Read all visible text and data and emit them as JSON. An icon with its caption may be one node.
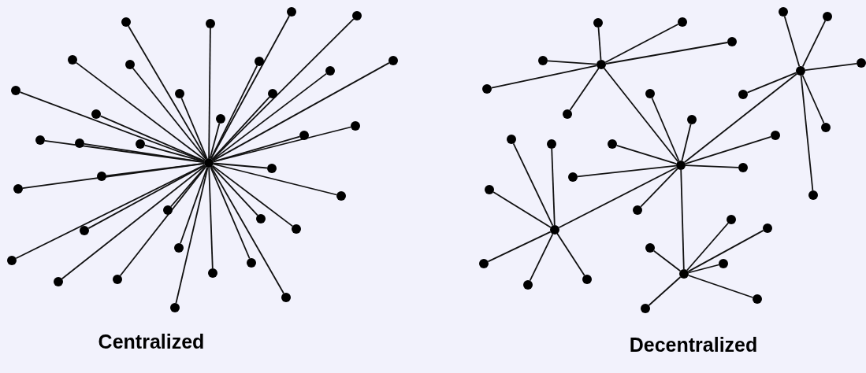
{
  "diagram": {
    "nodes": [
      {
        "text": [],
        "shape": "circle"
      },
      {
        "text": [],
        "shape": "circle"
      },
      {
        "text": [],
        "shape": "circle"
      },
      {
        "text": [],
        "shape": "circle"
      },
      {
        "text": [],
        "shape": "circle"
      },
      {
        "text": [],
        "shape": "circle"
      },
      {
        "text": [],
        "shape": "circle"
      },
      {
        "text": [],
        "shape": "circle"
      },
      {
        "text": [],
        "shape": "circle"
      },
      {
        "text": [],
        "shape": "circle"
      },
      {
        "text": [],
        "shape": "circle"
      },
      {
        "text": [],
        "shape": "circle"
      },
      {
        "text": [],
        "shape": "circle"
      },
      {
        "text": [],
        "shape": "circle"
      },
      {
        "text": [],
        "shape": "circle"
      },
      {
        "text": [],
        "shape": "circle"
      },
      {
        "text": [],
        "shape": "circle"
      },
      {
        "text": [],
        "shape": "circle"
      },
      {
        "text": [],
        "shape": "circle"
      },
      {
        "text": [],
        "shape": "circle"
      },
      {
        "text": [],
        "shape": "circle"
      },
      {
        "text": [],
        "shape": "circle"
      },
      {
        "text": [],
        "shape": "circle"
      },
      {
        "text": [],
        "shape": "circle"
      },
      {
        "text": [],
        "shape": "circle"
      },
      {
        "text": [],
        "shape": "circle"
      },
      {
        "text": [],
        "shape": "circle"
      },
      {
        "text": [],
        "shape": "circle"
      },
      {
        "text": [],
        "shape": "circle"
      },
      {
        "text": [],
        "shape": "circle"
      },
      {
        "text": [],
        "shape": "circle"
      },
      {
        "text": [],
        "shape": "circle"
      },
      {
        "text": [],
        "shape": "circle"
      },
      {
        "text": [],
        "shape": "circle"
      },
      {
        "text": [],
        "shape": "circle"
      },
      {
        "text": [],
        "shape": "circle"
      },
      {
        "text": [],
        "shape": "circle"
      },
      {
        "text": [],
        "shape": "circle"
      },
      {
        "text": [],
        "shape": "circle"
      },
      {
        "text": [],
        "shape": "circle"
      },
      {
        "text": [],
        "shape": "circle"
      },
      {
        "text": [],
        "shape": "circle"
      },
      {
        "text": [],
        "shape": "circle"
      },
      {
        "text": [],
        "shape": "circle"
      },
      {
        "text": [],
        "shape": "circle"
      },
      {
        "text": [],
        "shape": "circle"
      },
      {
        "text": [],
        "shape": "circle"
      },
      {
        "text": [],
        "shape": "circle"
      },
      {
        "text": [],
        "shape": "circle"
      },
      {
        "text": [],
        "shape": "circle"
      },
      {
        "text": [],
        "shape": "circle"
      },
      {
        "text": [],
        "shape": "circle"
      },
      {
        "text": [],
        "shape": "circle"
      },
      {
        "text": [],
        "shape": "circle"
      },
      {
        "text": [],
        "shape": "circle"
      },
      {
        "text": [],
        "shape": "circle"
      },
      {
        "text": [],
        "shape": "circle"
      },
      {
        "text": [],
        "shape": "circle"
      },
      {
        "text": [],
        "shape": "circle"
      },
      {
        "text": [],
        "shape": "circle"
      },
      {
        "text": [],
        "shape": "circle"
      },
      {
        "text": [],
        "shape": "circle"
      },
      {
        "text": [],
        "shape": "circle"
      },
      {
        "text": [],
        "shape": "circle"
      },
      {
        "text": [],
        "shape": "circle"
      },
      {
        "text": [],
        "shape": "circle"
      },
      {
        "text": [],
        "shape": "circle"
      },
      {
        "text": [],
        "shape": "circle"
      },
      {
        "text": [],
        "shape": "circle"
      },
      {
        "text": [],
        "shape": "circle"
      },
      {
        "text": [],
        "shape": "circle"
      },
      {
        "text": [],
        "shape": "circle"
      }
    ],
    "edges": [
      {
        "from": 0,
        "to": 1,
        "arrow": "none"
      },
      {
        "from": 0,
        "to": 2,
        "arrow": "none"
      },
      {
        "from": 0,
        "to": 3,
        "arrow": "none"
      },
      {
        "from": 0,
        "to": 4,
        "arrow": "none"
      },
      {
        "from": 0,
        "to": 5,
        "arrow": "none"
      },
      {
        "from": 0,
        "to": 6,
        "arrow": "none"
      },
      {
        "from": 0,
        "to": 7,
        "arrow": "none"
      },
      {
        "from": 0,
        "to": 8,
        "arrow": "none"
      },
      {
        "from": 0,
        "to": 9,
        "arrow": "none"
      },
      {
        "from": 0,
        "to": 10,
        "arrow": "none"
      },
      {
        "from": 0,
        "to": 11,
        "arrow": "none"
      },
      {
        "from": 0,
        "to": 12,
        "arrow": "none"
      },
      {
        "from": 0,
        "to": 13,
        "arrow": "none"
      },
      {
        "from": 0,
        "to": 14,
        "arrow": "none"
      },
      {
        "from": 0,
        "to": 15,
        "arrow": "none"
      },
      {
        "from": 0,
        "to": 16,
        "arrow": "none"
      },
      {
        "from": 0,
        "to": 17,
        "arrow": "none"
      },
      {
        "from": 0,
        "to": 18,
        "arrow": "none"
      },
      {
        "from": 0,
        "to": 19,
        "arrow": "none"
      },
      {
        "from": 0,
        "to": 20,
        "arrow": "none"
      },
      {
        "from": 0,
        "to": 21,
        "arrow": "none"
      },
      {
        "from": 0,
        "to": 22,
        "arrow": "none"
      },
      {
        "from": 0,
        "to": 23,
        "arrow": "none"
      },
      {
        "from": 0,
        "to": 24,
        "arrow": "none"
      },
      {
        "from": 0,
        "to": 25,
        "arrow": "none"
      },
      {
        "from": 0,
        "to": 26,
        "arrow": "none"
      },
      {
        "from": 0,
        "to": 27,
        "arrow": "none"
      },
      {
        "from": 0,
        "to": 28,
        "arrow": "none"
      },
      {
        "from": 0,
        "to": 29,
        "arrow": "none"
      },
      {
        "from": 0,
        "to": 30,
        "arrow": "none"
      },
      {
        "from": 0,
        "to": 31,
        "arrow": "none"
      },
      {
        "from": 0,
        "to": 32,
        "arrow": "none"
      },
      {
        "from": 0,
        "to": 33,
        "arrow": "none"
      },
      {
        "from": 0,
        "to": 34,
        "arrow": "none"
      },
      {
        "from": 0,
        "to": 35,
        "arrow": "none"
      },
      {
        "from": 36,
        "to": 37,
        "arrow": "none"
      },
      {
        "from": 36,
        "to": 38,
        "arrow": "none"
      },
      {
        "from": 36,
        "to": 39,
        "arrow": "none"
      },
      {
        "from": 36,
        "to": 40,
        "arrow": "none"
      },
      {
        "from": 36,
        "to": 41,
        "arrow": "none"
      },
      {
        "from": 36,
        "to": 42,
        "arrow": "none"
      },
      {
        "from": 43,
        "to": 44,
        "arrow": "none"
      },
      {
        "from": 43,
        "to": 45,
        "arrow": "none"
      },
      {
        "from": 43,
        "to": 46,
        "arrow": "none"
      },
      {
        "from": 43,
        "to": 47,
        "arrow": "none"
      },
      {
        "from": 43,
        "to": 48,
        "arrow": "none"
      },
      {
        "from": 43,
        "to": 49,
        "arrow": "none"
      },
      {
        "from": 36,
        "to": 50,
        "arrow": "none"
      },
      {
        "from": 43,
        "to": 50,
        "arrow": "none"
      },
      {
        "from": 50,
        "to": 51,
        "arrow": "none"
      },
      {
        "from": 50,
        "to": 52,
        "arrow": "none"
      },
      {
        "from": 50,
        "to": 53,
        "arrow": "none"
      },
      {
        "from": 50,
        "to": 54,
        "arrow": "none"
      },
      {
        "from": 50,
        "to": 55,
        "arrow": "none"
      },
      {
        "from": 50,
        "to": 56,
        "arrow": "none"
      },
      {
        "from": 50,
        "to": 57,
        "arrow": "none"
      },
      {
        "from": 50,
        "to": 58,
        "arrow": "none"
      },
      {
        "from": 50,
        "to": 65,
        "arrow": "none"
      },
      {
        "from": 58,
        "to": 59,
        "arrow": "none"
      },
      {
        "from": 58,
        "to": 60,
        "arrow": "none"
      },
      {
        "from": 58,
        "to": 61,
        "arrow": "none"
      },
      {
        "from": 58,
        "to": 62,
        "arrow": "none"
      },
      {
        "from": 58,
        "to": 63,
        "arrow": "none"
      },
      {
        "from": 58,
        "to": 64,
        "arrow": "none"
      },
      {
        "from": 65,
        "to": 66,
        "arrow": "none"
      },
      {
        "from": 65,
        "to": 67,
        "arrow": "none"
      },
      {
        "from": 65,
        "to": 68,
        "arrow": "none"
      },
      {
        "from": 65,
        "to": 69,
        "arrow": "none"
      },
      {
        "from": 65,
        "to": 70,
        "arrow": "none"
      },
      {
        "from": 65,
        "to": 71,
        "arrow": "none"
      }
    ],
    "labels": [
      "Centralized",
      "Decentralized"
    ]
  }
}
